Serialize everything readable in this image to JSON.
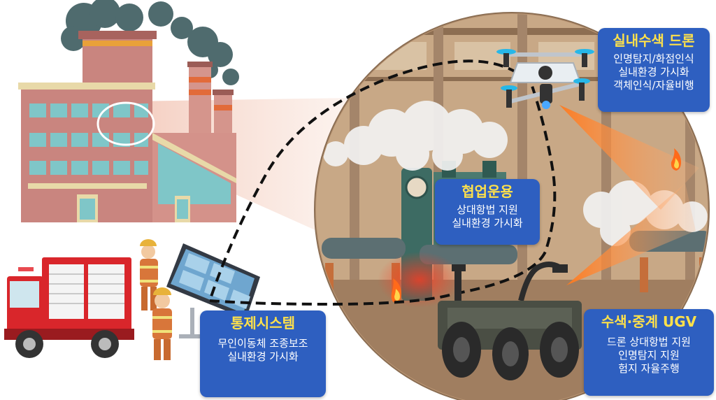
{
  "boxes": {
    "drone": {
      "title": "실내수색 드론",
      "lines": [
        "인명탐지/화점인식",
        "실내환경 가시화",
        "객체인식/자율비행"
      ]
    },
    "coop": {
      "title": "협업운용",
      "lines": [
        "상대항법 지원",
        "실내환경 가시화"
      ]
    },
    "control": {
      "title": "통제시스템",
      "lines": [
        "무인이동체 조종보조",
        "실내환경 가시화"
      ]
    },
    "ugv": {
      "title": "수색·중계 UGV",
      "lines": [
        "드론 상대항법 지원",
        "인명탐지 지원",
        "험지 자율주행"
      ]
    }
  },
  "colors": {
    "box_bg": "#2e5fc0",
    "box_title": "#ffe14a",
    "box_text": "#ffffff",
    "fire_truck": "#d9262b",
    "factory_wall": "#c9857f",
    "smoke": "#4f6b6e",
    "warehouse": "#c8a886",
    "flame": "#ff6a1a"
  },
  "icons": [
    "factory-icon",
    "fire-truck-icon",
    "firefighter-icon",
    "monitor-icon",
    "drone-icon",
    "ugv-robot-icon",
    "fire-icon",
    "smoke-icon"
  ]
}
